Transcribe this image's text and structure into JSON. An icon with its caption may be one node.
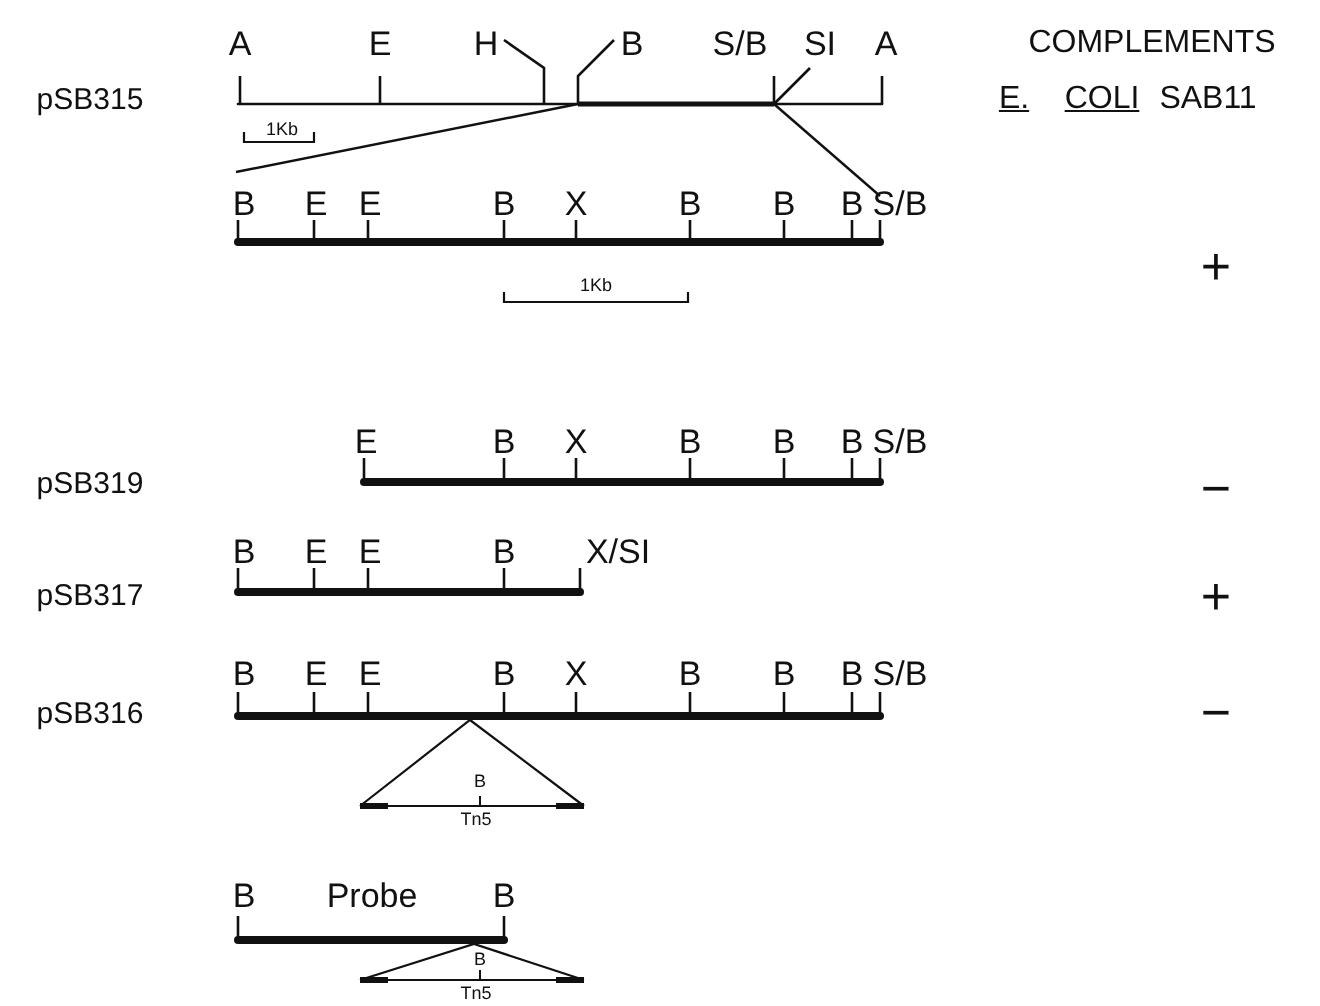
{
  "diagram": {
    "labels": [
      "A",
      "E",
      "H",
      "B",
      "S/B",
      "SI",
      "A",
      "COMPLEMENTS",
      "pSB315",
      "E.",
      "COLI",
      "SAB11",
      "1Kb",
      "B",
      "E",
      "E",
      "B",
      "X",
      "B",
      "B",
      "B",
      "S/B",
      "+",
      "1Kb",
      "E",
      "B",
      "X",
      "B",
      "B",
      "B",
      "S/B",
      "pSB319",
      "−",
      "B",
      "E",
      "E",
      "B",
      "X/SI",
      "pSB317",
      "+",
      "B",
      "E",
      "E",
      "B",
      "X",
      "B",
      "B",
      "B",
      "S/B",
      "pSB316",
      "−",
      "B",
      "Tn5",
      "B",
      "Probe",
      "B",
      "B",
      "Tn5"
    ]
  }
}
